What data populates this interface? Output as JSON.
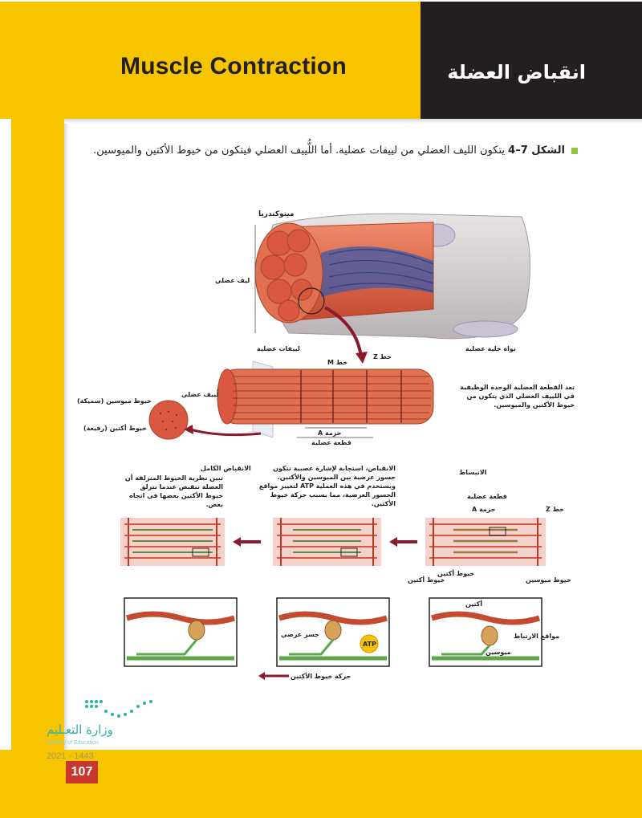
{
  "header": {
    "title_en": "Muscle Contraction",
    "title_ar": "انقباض العضلة"
  },
  "caption": {
    "figure_label": "الشكل 7–4",
    "text": "يتكون الليف العضلي من لييفات عضلية. أما اللُّييف العضلي فيتكون من خيوط الأكتين والميوسين."
  },
  "top_diagram": {
    "mitochondria": "ميتوكندريا",
    "muscle_fiber": "ليف عضلي",
    "myofibrils": "لييفات عضلية",
    "nucleus": "نواة خلية عضلية",
    "z_line": "خط Z",
    "m_line": "خط M",
    "myofibril": "لُييف عضلي",
    "myosin_thick": "خيوط ميوسين (سميكة)",
    "actin_thin": "خيوط أكتين (رفيعة)",
    "a_band": "حزمة A",
    "sarcomere": "قطعة عضلية",
    "sarcomere_note": "تعد القطعة العضلية الوحدة الوظيفية في اللييف العضلي الذي يتكون من خيوط الأكتين والميوسين."
  },
  "stages": {
    "relaxed_title": "الانبساط",
    "sarcomere": "قطعة عضلية",
    "a_band": "حزمة A",
    "z_line": "خط Z",
    "myosin_filaments": "خيوط ميوسين",
    "actin_filaments": "خيوط أكتين",
    "actin_filaments_2": "خيوط أكتين",
    "contracting_text": "الانقباض، استجابة لإشارة عصبية تتكون جسور عرضية بين الميوسين والأكتين. ويستخدم في هذه العملية ATP لتغيير مواقع الجسور العرضية، مما يسبب حركة خيوط الأكتين.",
    "full_title": "الانقباض الكامل",
    "full_text": "تبين نظرية الخيوط المنزلقة أن العضلة تنقبض عندما تنزلق خيوط الأكتين بعضها في اتجاه بعض."
  },
  "zoom": {
    "actin": "أكتين",
    "binding_sites": "مواقع الارتباط",
    "myosin": "ميوسين",
    "cross_bridge": "جسر عرضي",
    "atp": "ATP",
    "actin_movement": "حركة خيوط الأكتين"
  },
  "footer": {
    "page_number": "107",
    "ministry": "وزارة التعـليم",
    "ministry_en": "Ministry of Education",
    "year": "2021 - 1443"
  },
  "colors": {
    "yellow": "#f7c500",
    "black": "#231f20",
    "muscle_red": "#d9583f",
    "page_red": "#c7362f",
    "logo_teal": "#2bb1a8"
  }
}
